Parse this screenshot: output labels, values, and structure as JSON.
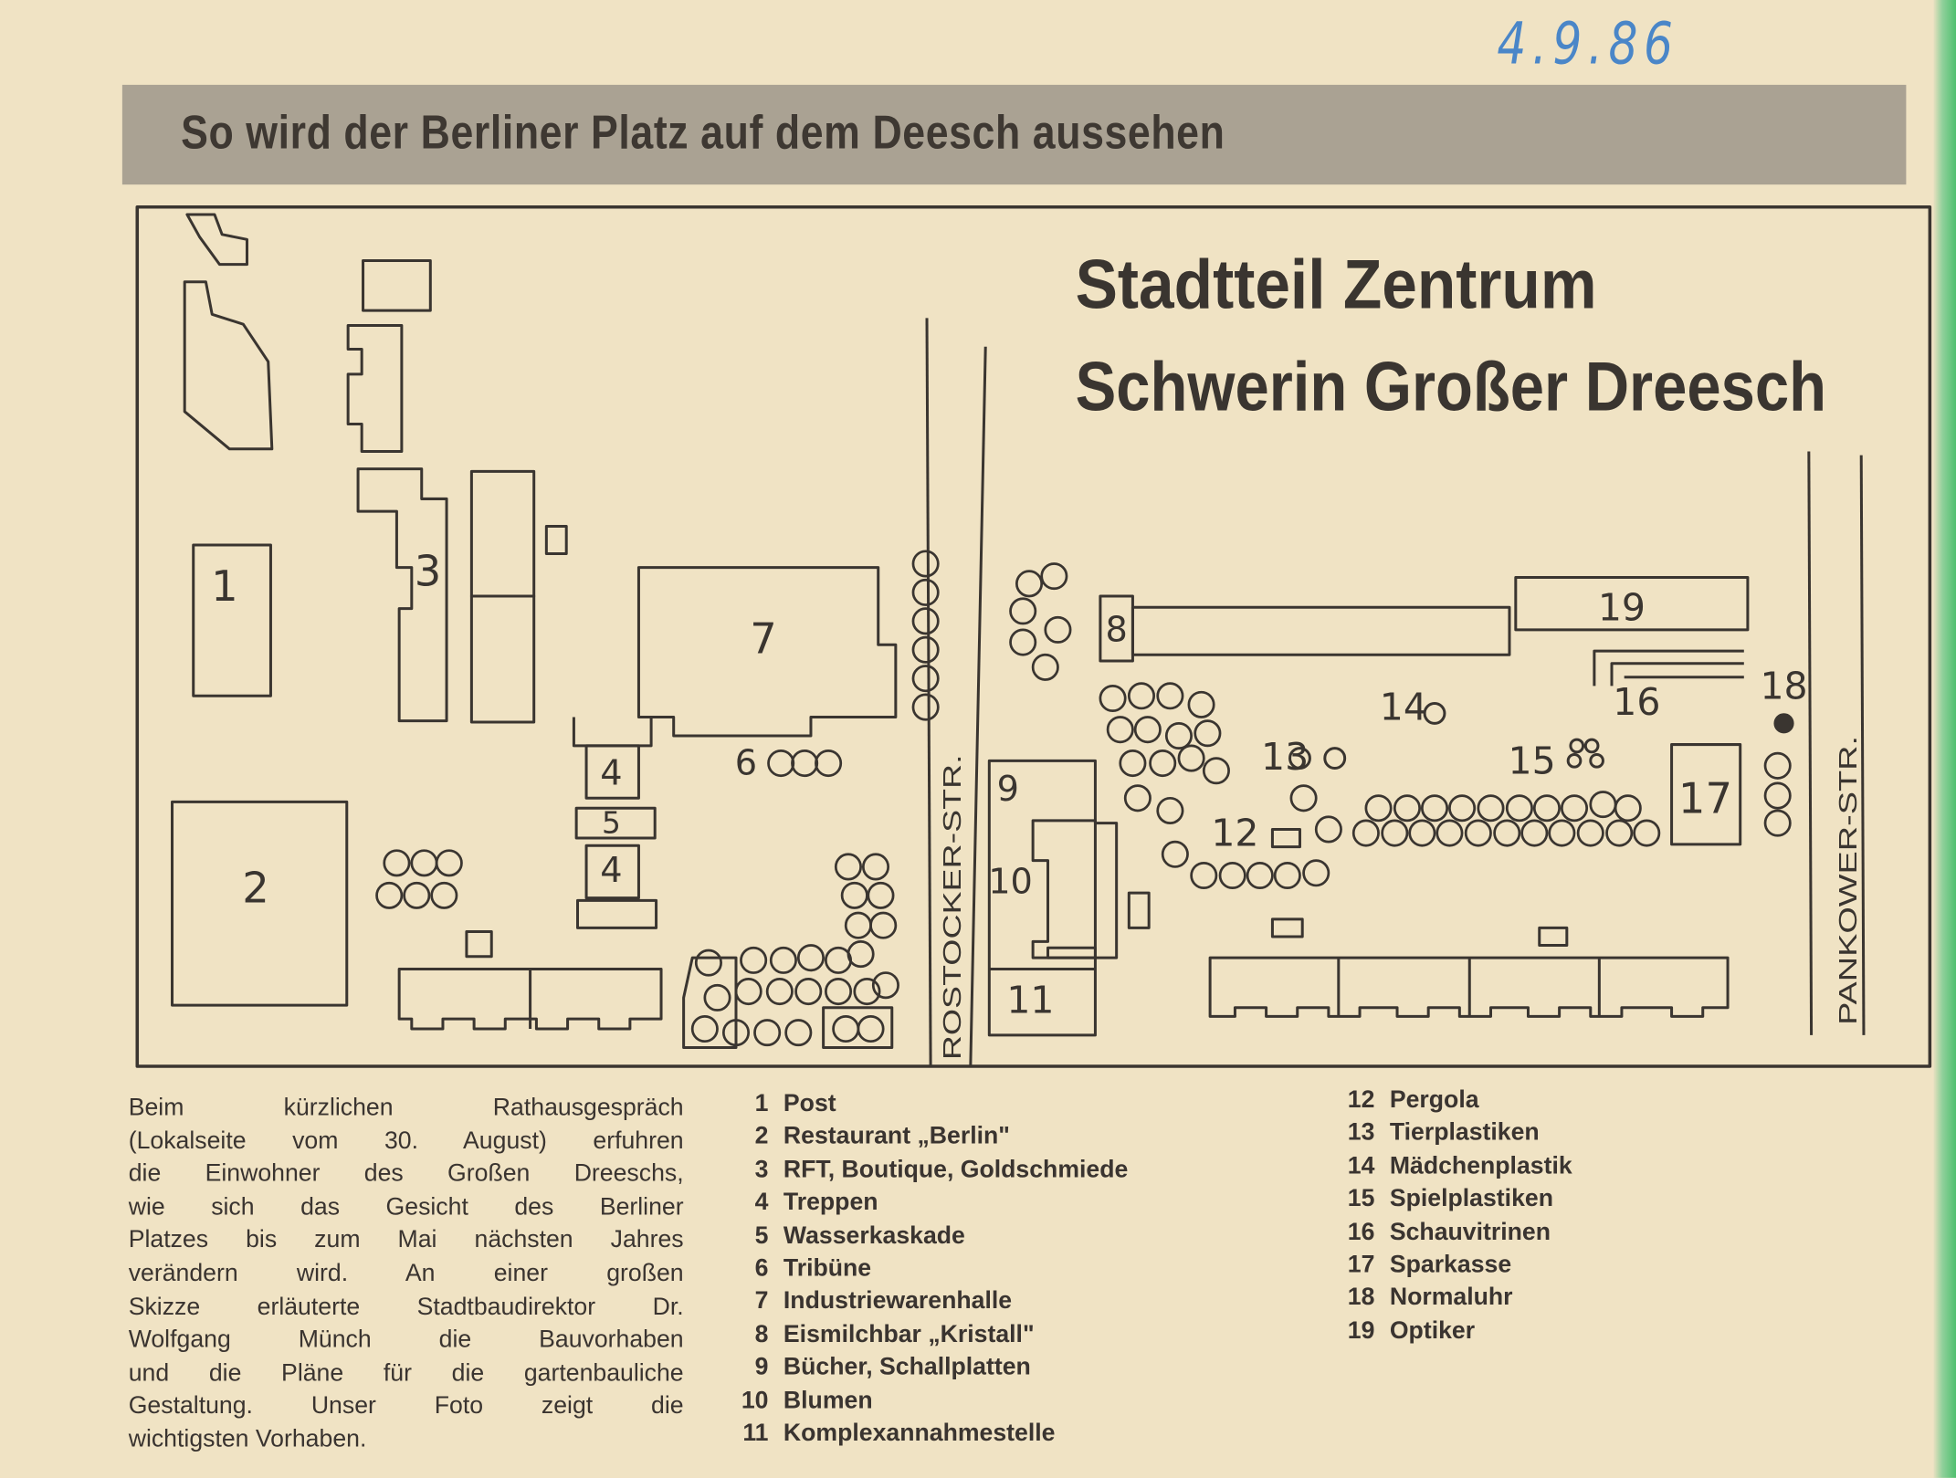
{
  "date_note": "4.9.86",
  "headline": "So wird der Berliner Platz auf dem Deesch aussehen",
  "map": {
    "title_line1": "Stadtteil Zentrum",
    "title_line2": "Schwerin Großer Dreesch",
    "street_rostocker": "ROSTOCKER-STR.",
    "street_pankower": "PANKOWER-STR.",
    "labels": [
      "1",
      "2",
      "3",
      "4",
      "5",
      "4",
      "6",
      "7",
      "8",
      "9",
      "10",
      "11",
      "12",
      "13",
      "14",
      "15",
      "16",
      "17",
      "18",
      "19"
    ]
  },
  "article_lines": [
    "Beim kürzlichen Rathausgespräch",
    "(Lokalseite vom 30. August) erfuhren",
    "die Einwohner des Großen Dreeschs,",
    "wie sich das Gesicht des Berliner",
    "Platzes bis zum Mai nächsten Jahres",
    "verändern wird. An einer großen",
    "Skizze erläuterte Stadtbaudirektor Dr.",
    "Wolfgang Münch die Bauvorhaben",
    "und die Pläne für die gartenbauliche",
    "Gestaltung. Unser Foto zeigt die",
    "wichtigsten Vorhaben."
  ],
  "legend": [
    {
      "num": "1",
      "label": "Post"
    },
    {
      "num": "2",
      "label": "Restaurant „Berlin\""
    },
    {
      "num": "3",
      "label": "RFT, Boutique, Goldschmiede"
    },
    {
      "num": "4",
      "label": "Treppen"
    },
    {
      "num": "5",
      "label": "Wasserkaskade"
    },
    {
      "num": "6",
      "label": "Tribüne"
    },
    {
      "num": "7",
      "label": "Industriewarenhalle"
    },
    {
      "num": "8",
      "label": "Eismilchbar „Kristall\""
    },
    {
      "num": "9",
      "label": "Bücher, Schallplatten"
    },
    {
      "num": "10",
      "label": "Blumen"
    },
    {
      "num": "11",
      "label": "Komplexannahmestelle"
    },
    {
      "num": "12",
      "label": "Pergola"
    },
    {
      "num": "13",
      "label": "Tierplastiken"
    },
    {
      "num": "14",
      "label": "Mädchenplastik"
    },
    {
      "num": "15",
      "label": "Spielplastiken"
    },
    {
      "num": "16",
      "label": "Schauvitrinen"
    },
    {
      "num": "17",
      "label": "Sparkasse"
    },
    {
      "num": "18",
      "label": "Normaluhr"
    },
    {
      "num": "19",
      "label": "Optiker"
    }
  ]
}
